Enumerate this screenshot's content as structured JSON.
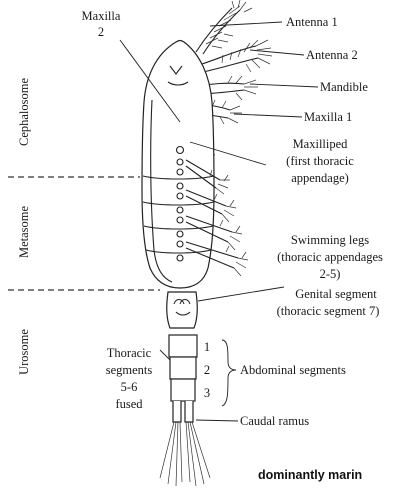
{
  "regions": {
    "cephalosome": "Cephalosome",
    "metasome": "Metasome",
    "urosome": "Urosome"
  },
  "labels": {
    "maxilla2_a": "Maxilla",
    "maxilla2_b": "2",
    "antenna1": "Antenna 1",
    "antenna2": "Antenna 2",
    "mandible": "Mandible",
    "maxilla1": "Maxilla 1",
    "maxilliped_a": "Maxilliped",
    "maxilliped_b": "(first thoracic",
    "maxilliped_c": "appendage)",
    "swim_a": "Swimming legs",
    "swim_b": "(thoracic appendages",
    "swim_c": "2-5)",
    "genital_a": "Genital segment",
    "genital_b": "(thoracic segment 7)",
    "thoracic_a": "Thoracic",
    "thoracic_b": "segments",
    "thoracic_c": "5-6",
    "thoracic_d": "fused",
    "abd_1": "1",
    "abd_2": "2",
    "abd_3": "3",
    "abdominal": "Abdominal segments",
    "caudal": "Caudal ramus"
  },
  "caption_fragment": "dominantly marin"
}
